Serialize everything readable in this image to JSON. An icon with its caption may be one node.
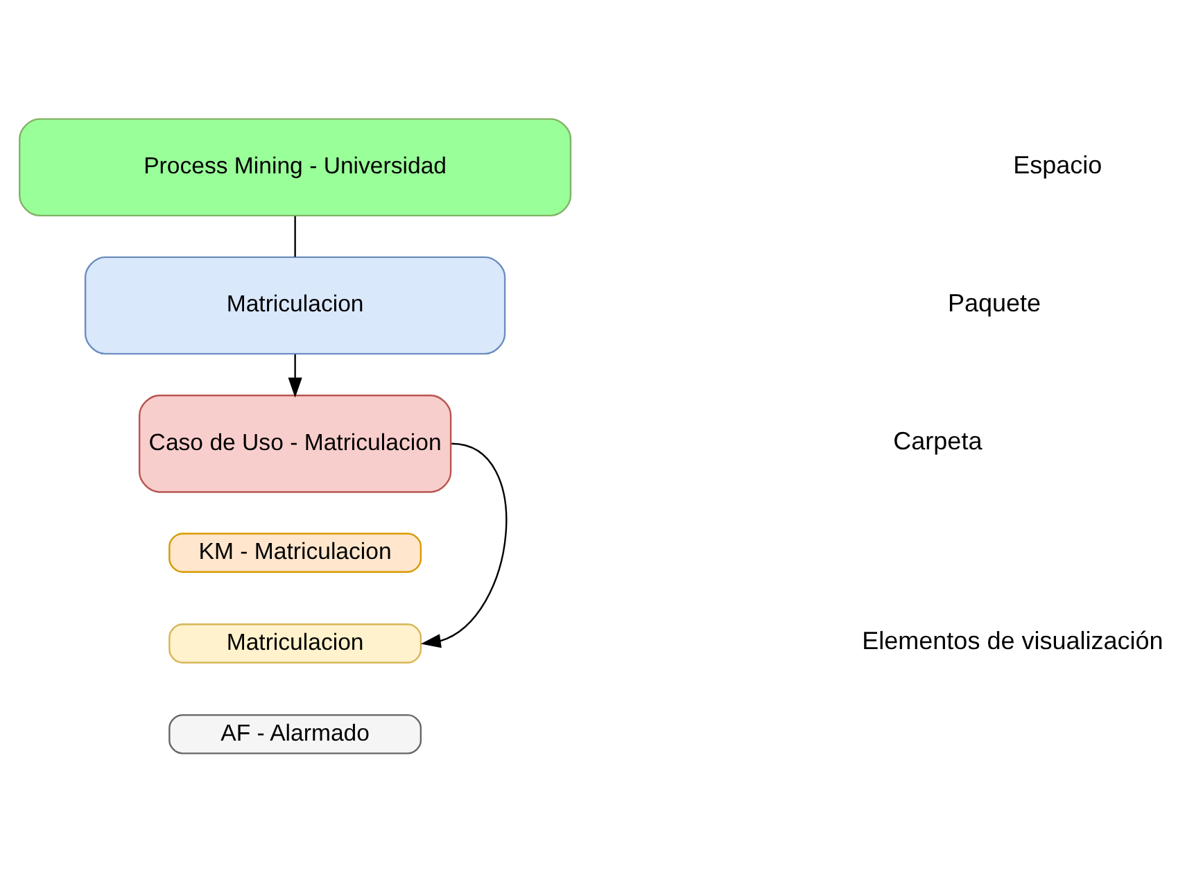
{
  "diagram": {
    "nodes": [
      {
        "text": [
          "Process Mining - Universidad"
        ]
      },
      {
        "text": [
          "Matriculacion"
        ]
      },
      {
        "text": [
          "Caso de Uso - Matriculacion"
        ]
      },
      {
        "text": [
          "KM - Matriculacion"
        ]
      },
      {
        "text": [
          "Matriculacion"
        ]
      },
      {
        "text": [
          "AF - Alarmado"
        ]
      }
    ],
    "edges": [
      {
        "from": 0,
        "to": 1,
        "arrow": "none"
      },
      {
        "from": 1,
        "to": 2,
        "arrow": "to"
      },
      {
        "from": 2,
        "to": 4,
        "arrow": "to"
      }
    ],
    "labels": [
      "Espacio",
      "Paquete",
      "Carpeta",
      "Elementos de visualización"
    ]
  }
}
